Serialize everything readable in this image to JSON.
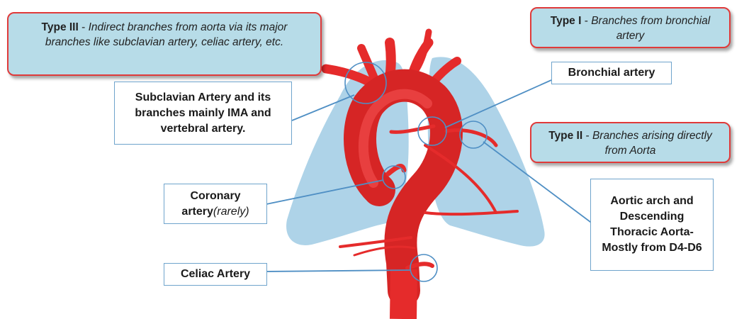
{
  "type_boxes": {
    "type3": {
      "title": "Type III",
      "desc": "Indirect branches from aorta via its major branches like subclavian artery, celiac artery, etc."
    },
    "type1": {
      "title": "Type I",
      "desc": "Branches from bronchial artery"
    },
    "type2": {
      "title": "Type II",
      "desc": "Branches arising directly from Aorta"
    }
  },
  "separator": " - ",
  "labels": {
    "subclavian": "Subclavian Artery and its branches mainly IMA and vertebral artery.",
    "bronchial": "Bronchial artery",
    "coronary": "Coronary artery",
    "coronary_note": "(rarely)",
    "aortic_arch": "Aortic arch and Descending Thoracic Aorta- Mostly from D4-D6",
    "celiac": "Celiac Artery"
  },
  "colors": {
    "artery": "#e52b2b",
    "artery_dark": "#b51b1b",
    "lung": "#aed3e8",
    "box_fill": "#b7dce8",
    "box_border": "#e03a3a",
    "callout_line": "#4f8fc4"
  }
}
